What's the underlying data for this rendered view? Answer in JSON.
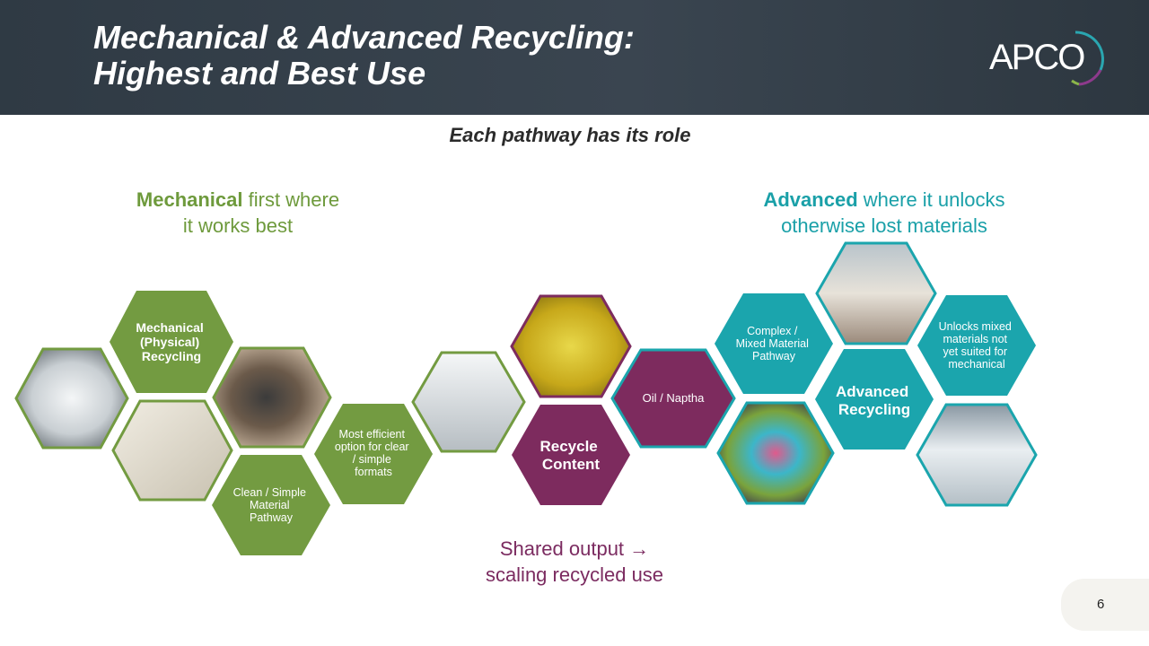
{
  "header": {
    "title_line1": "Mechanical & Advanced Recycling:",
    "title_line2": "Highest and Best Use",
    "logo_text": "APCO"
  },
  "subtitle": "Each pathway has its role",
  "mechanical_heading": {
    "bold": "Mechanical",
    "rest_line1": " first where",
    "line2": "it works best"
  },
  "advanced_heading": {
    "bold": "Advanced",
    "rest_line1": " where it unlocks",
    "line2": "otherwise lost materials"
  },
  "hexes": {
    "mechanical_recycling": [
      "Mechanical",
      "(Physical)",
      "Recycling"
    ],
    "clean_simple": [
      "Clean / Simple",
      "Material",
      "Pathway"
    ],
    "most_efficient": [
      "Most efficient",
      "option for clear",
      "/ simple",
      "formats"
    ],
    "recycle_content": [
      "Recycle",
      "Content"
    ],
    "oil_naptha": [
      "Oil / Naptha"
    ],
    "complex_mixed": [
      "Complex /",
      "Mixed Material",
      "Pathway"
    ],
    "advanced_recycling": [
      "Advanced",
      "Recycling"
    ],
    "unlocks_mixed": [
      "Unlocks mixed",
      "materials not",
      "yet suited for",
      "mechanical"
    ]
  },
  "shared_output": {
    "line1": "Shared output →",
    "line2": "scaling recycled use"
  },
  "page_number": "6",
  "colors": {
    "green": "#739b41",
    "teal": "#1ba5ad",
    "purple": "#7d2b5e",
    "header": "#333e48"
  }
}
